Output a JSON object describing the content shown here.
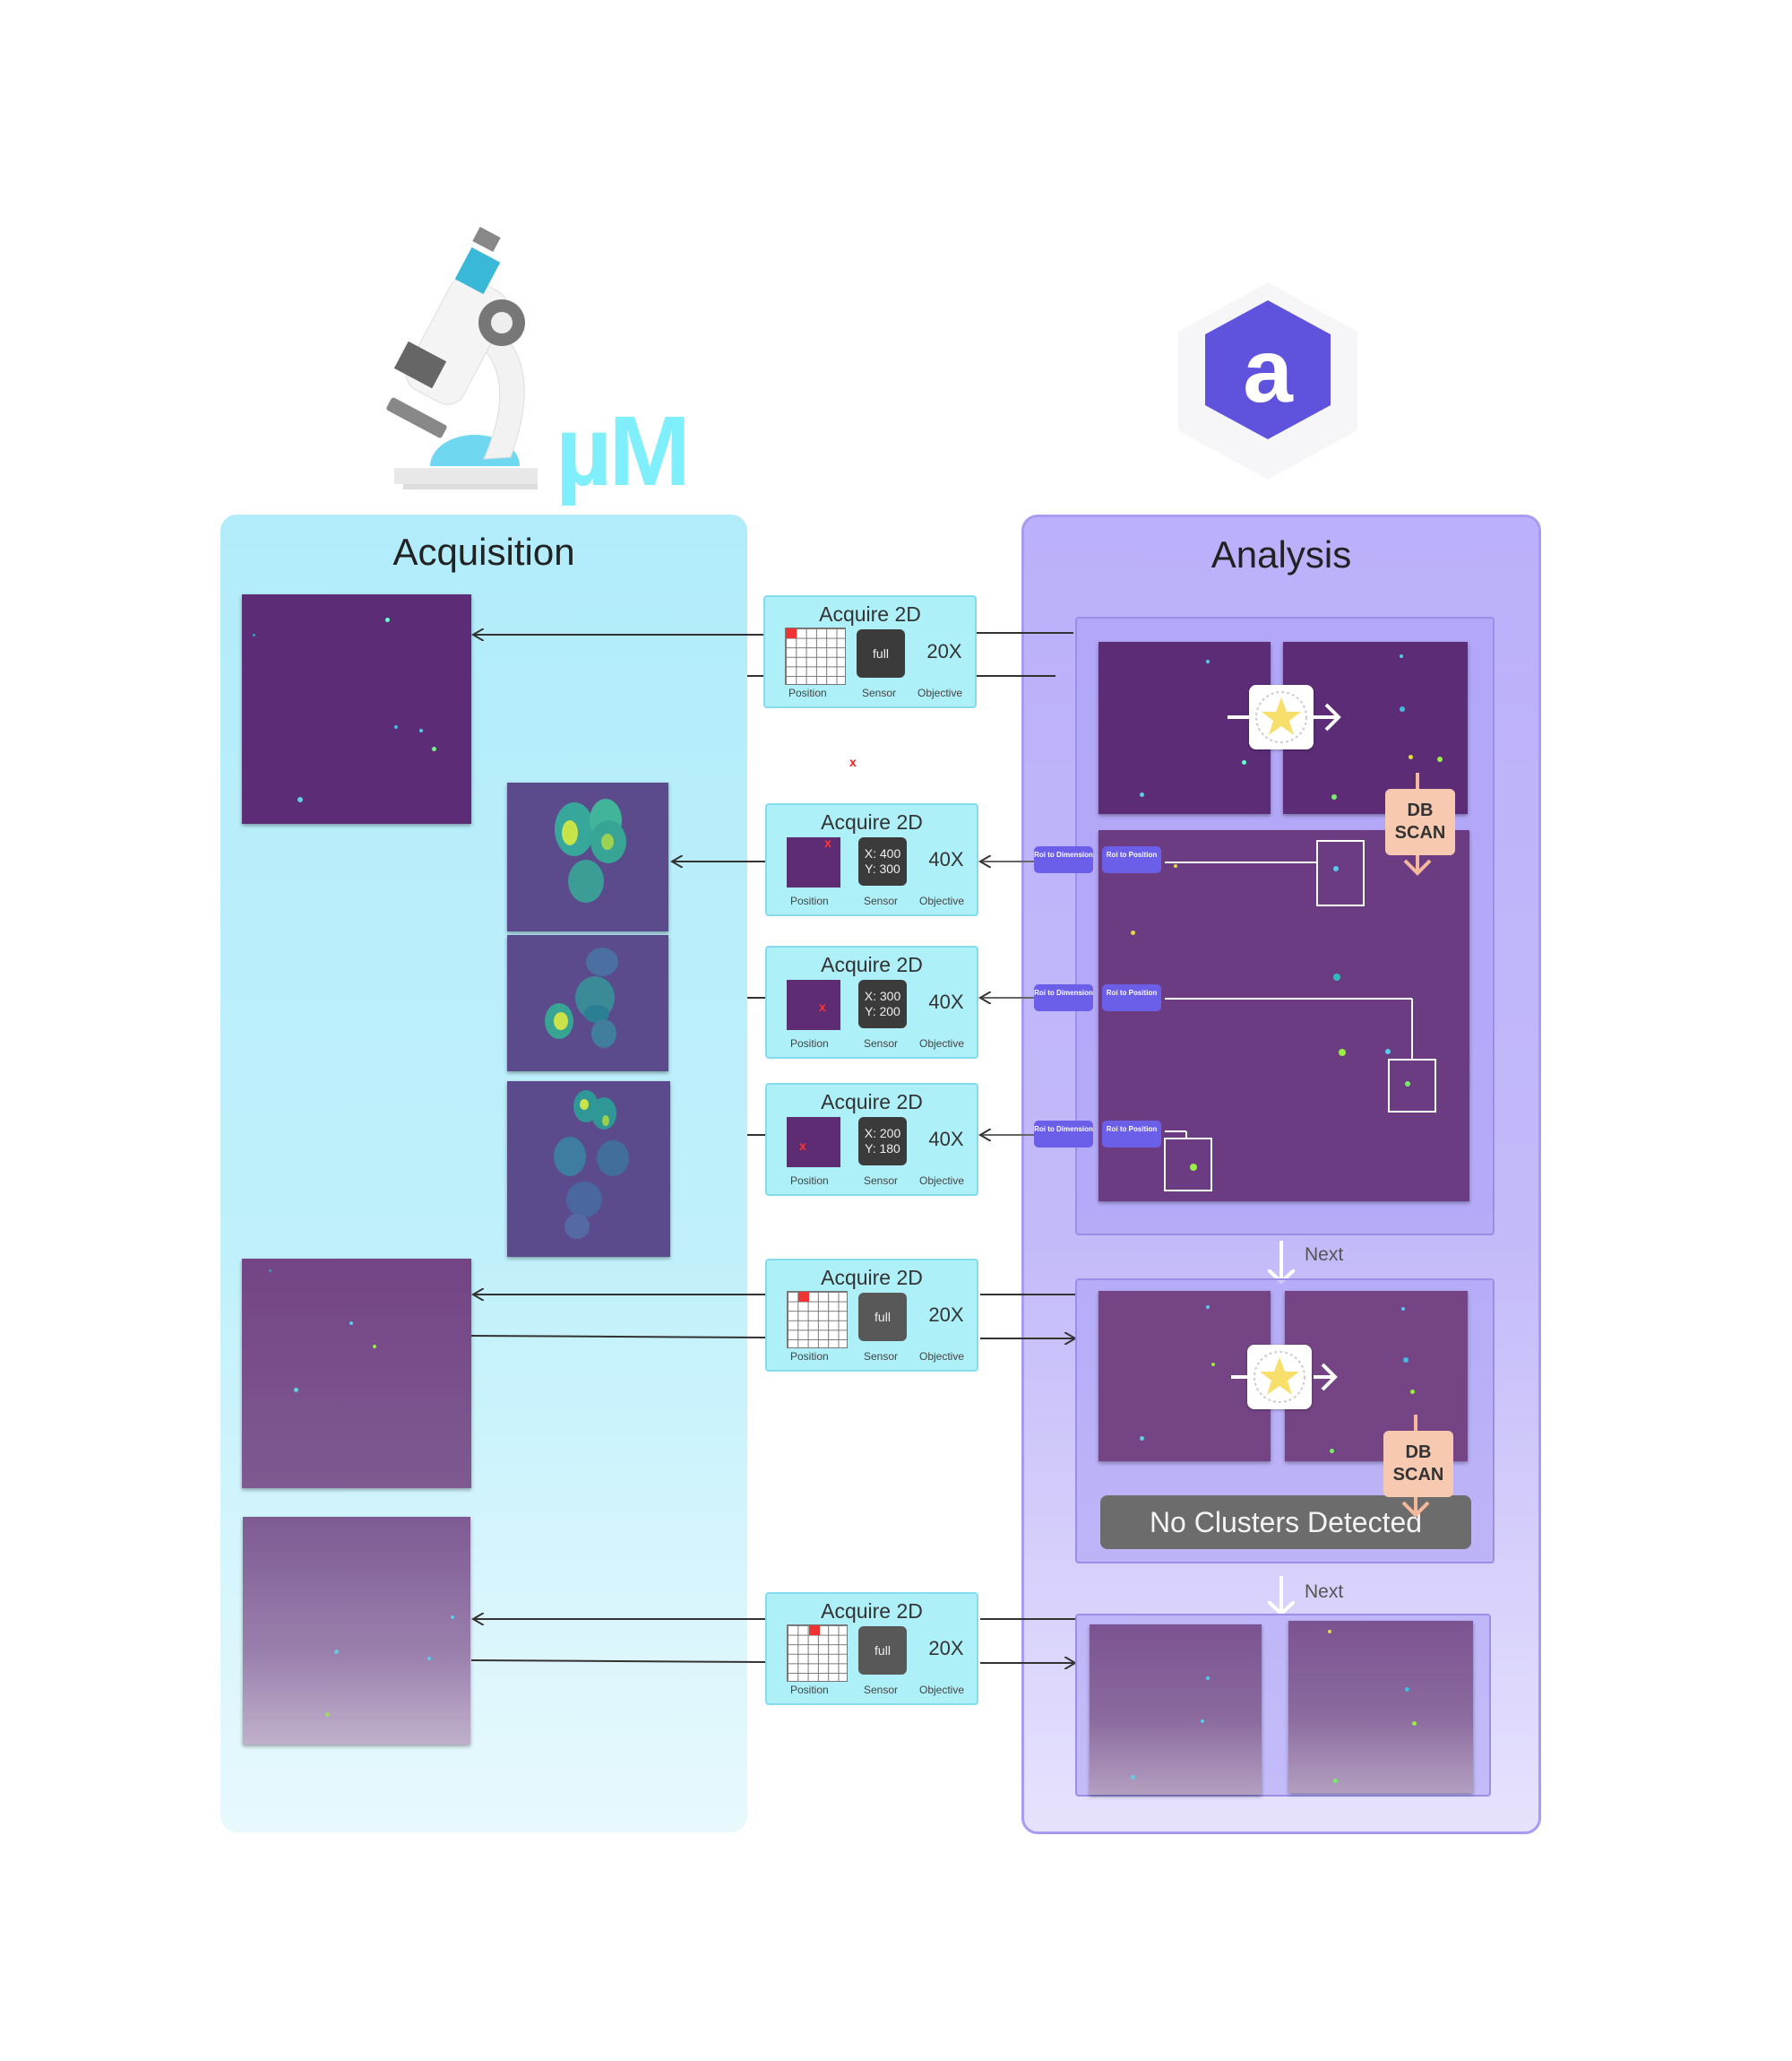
{
  "acquisition": {
    "title": "Acquisition",
    "logo_text": "µM"
  },
  "analysis": {
    "title": "Analysis",
    "logo_letter": "a"
  },
  "cards": [
    {
      "title": "Acquire 2D",
      "sensor": "full",
      "objective": "20X",
      "labels": [
        "Position",
        "Sensor",
        "Objective"
      ]
    },
    {
      "title": "Acquire 2D",
      "sensor": "X: 400\nY: 300",
      "objective": "40X",
      "labels": [
        "Position",
        "Sensor",
        "Objective"
      ]
    },
    {
      "title": "Acquire 2D",
      "sensor": "X: 300\nY: 200",
      "objective": "40X",
      "labels": [
        "Position",
        "Sensor",
        "Objective"
      ]
    },
    {
      "title": "Acquire 2D",
      "sensor": "X: 200\nY: 180",
      "objective": "40X",
      "labels": [
        "Position",
        "Sensor",
        "Objective"
      ]
    },
    {
      "title": "Acquire 2D",
      "sensor": "full",
      "objective": "20X",
      "labels": [
        "Position",
        "Sensor",
        "Objective"
      ]
    },
    {
      "title": "Acquire 2D",
      "sensor": "full",
      "objective": "20X",
      "labels": [
        "Position",
        "Sensor",
        "Objective"
      ]
    }
  ],
  "roi": {
    "dimension": "Roi to Dimension",
    "position": "Roi to Position"
  },
  "dbscan": "DB SCAN",
  "no_clusters": "No Clusters Detected",
  "next": "Next",
  "stray_marker": "x",
  "colors": {
    "acquisition_panel": "#b2ecfa",
    "analysis_panel": "#bbb0fb",
    "card": "#aef0f8",
    "roi_button": "#6b5ee8",
    "dbscan": "#f7c9b0",
    "image": "#5c2c76"
  }
}
